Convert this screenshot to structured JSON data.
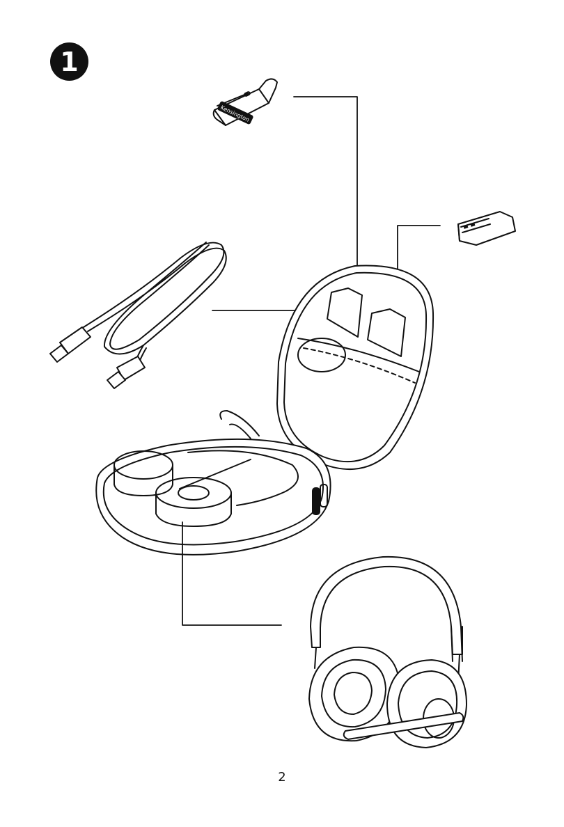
{
  "step": {
    "number": "1"
  },
  "dongle_brand": "Kensington",
  "page_number": "2"
}
